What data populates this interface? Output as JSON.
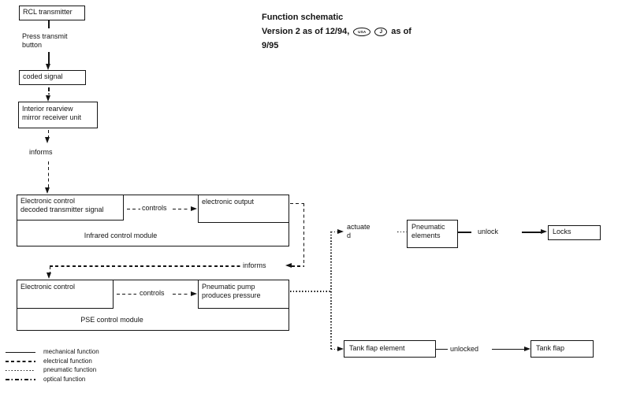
{
  "title": {
    "heading": "Function schematic",
    "version_prefix": "Version 2 as of 12/94,",
    "badge_usa": "USA",
    "badge_j": "J",
    "version_suffix": "as of",
    "version_continued": "9/95"
  },
  "flow": {
    "rcl_transmitter": "RCL transmitter",
    "press_transmit": "Press transmit\nbutton",
    "coded_signal": "coded signal",
    "receiver": "Interior rearview\nmirror receiver unit",
    "informs_1": "informs",
    "infrared_module": {
      "decoded": "Electronic control\ndecoded transmitter signal",
      "controls": "controls",
      "output": "electronic output",
      "caption": "Infrared control module"
    },
    "informs_2": "informs",
    "pse_module": {
      "control": "Electronic control",
      "controls": "controls",
      "pump": "Pneumatic pump\nproduces pressure",
      "caption": "PSE control module"
    },
    "actuated": "actuate\nd",
    "pneumatic_elements": "Pneumatic\nelements",
    "unlock": "unlock",
    "locks": "Locks",
    "tank_flap_element": "Tank flap element",
    "unlocked": "unlocked",
    "tank_flap": "Tank flap"
  },
  "legend": [
    {
      "style": "solid",
      "label": "mechanical function"
    },
    {
      "style": "dashed",
      "label": "electrical function"
    },
    {
      "style": "dotted",
      "label": "pneumatic function"
    },
    {
      "style": "dashdot",
      "label": "optical function"
    }
  ],
  "colors": {
    "line": "#141414",
    "background": "#ffffff"
  }
}
